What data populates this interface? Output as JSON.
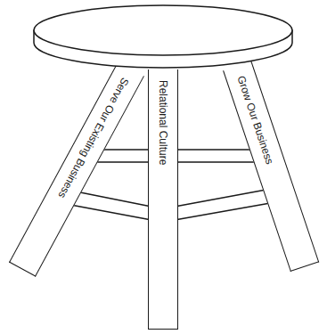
{
  "diagram": {
    "nodes": [
      {
        "text": [
          "Serve Our Existing Business"
        ]
      },
      {
        "text": [
          "Relational Culture"
        ]
      },
      {
        "text": [
          "Grow Our Business"
        ]
      }
    ]
  }
}
